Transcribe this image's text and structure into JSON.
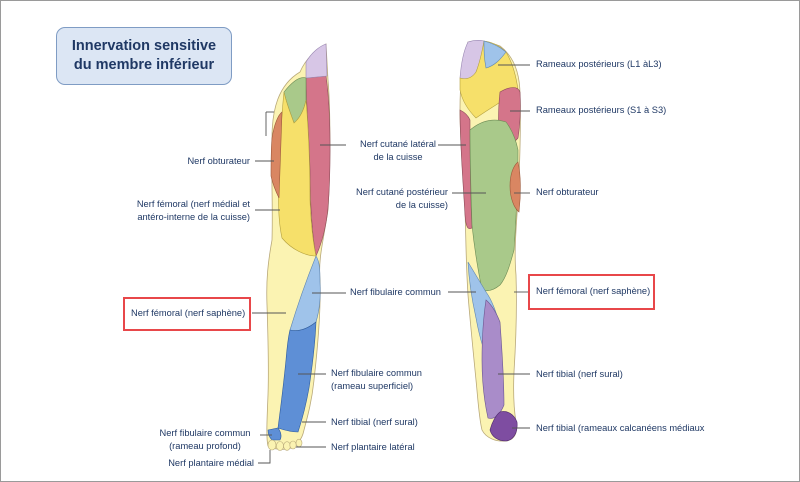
{
  "title": {
    "line1": "Innervation sensitive",
    "line2": "du membre inférieur"
  },
  "labels": {
    "obturateur_left": "Nerf obturateur",
    "femoral_left_1": "Nerf fémoral (nerf médial et",
    "femoral_left_2": "antéro-interne de la cuisse)",
    "saphene_left": "Nerf fémoral (nerf saphène)",
    "fib_profond_1": "Nerf fibulaire commun",
    "fib_profond_2": "(rameau profond)",
    "plantaire_medial": "Nerf plantaire médial",
    "cutane_lateral_1": "Nerf cutané latéral",
    "cutane_lateral_2": "de la cuisse",
    "cutane_post_1": "Nerf cutané postérieur",
    "cutane_post_2": "de la cuisse)",
    "fib_commun_center": "Nerf fibulaire commun",
    "fib_sup_1": "Nerf fibulaire commun",
    "fib_sup_2": "(rameau superficiel)",
    "tibial_sural_center": "Nerf tibial (nerf sural)",
    "plantaire_lateral": "Nerf plantaire latéral",
    "rameaux_post_L": "Rameaux postérieurs (L1 àL3)",
    "rameaux_post_S": "Rameaux postérieurs (S1 à S3)",
    "obturateur_right": "Nerf obturateur",
    "saphene_right": "Nerf fémoral (nerf saphène)",
    "tibial_sural_right": "Nerf tibial (nerf sural)",
    "tibial_calc": "Nerf tibial (rameaux calcanéens médiaux"
  },
  "colors": {
    "title_bg": "#dce6f4",
    "title_border": "#7f9cc4",
    "text": "#1f3864",
    "highlight": "#e8474a",
    "leader": "#555555",
    "zone_yellow": "#f6e06a",
    "zone_pink": "#d4758a",
    "zone_green": "#a9c98a",
    "zone_lilac": "#d7c6e6",
    "zone_orange": "#d98662",
    "zone_blue": "#9fc3ea",
    "zone_darkblue": "#5e8fd6",
    "zone_purple": "#a98cc9",
    "zone_darkpurple": "#7e4da1",
    "zone_paleyellow": "#fbf3b2"
  }
}
